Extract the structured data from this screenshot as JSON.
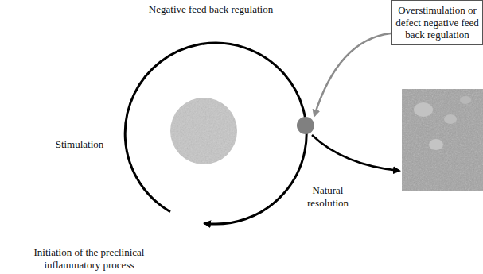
{
  "diagram": {
    "nodes": [
      {
        "text": [
          "Overstimulation or defect negative feed back regulation"
        ]
      }
    ],
    "labels": [
      "Negative feed back regulation",
      "Stimulation",
      "Natural resolution",
      "Initiation of the preclinical inflammatory process"
    ]
  }
}
